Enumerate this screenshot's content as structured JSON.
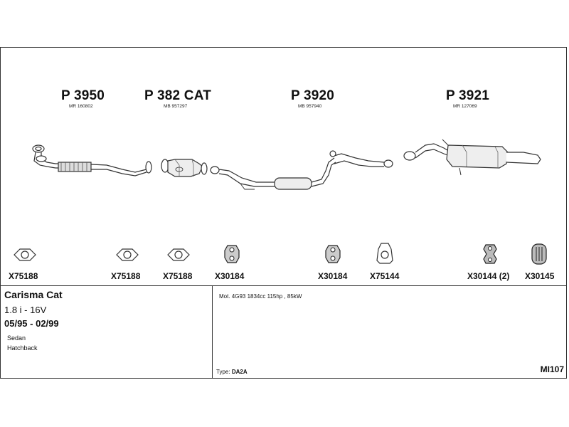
{
  "parts": [
    {
      "code": "P 3950",
      "oem": "MR 160802"
    },
    {
      "code": "P 382 CAT",
      "oem": "MB 957297"
    },
    {
      "code": "P 3920",
      "oem": "MB 957940"
    },
    {
      "code": "P 3921",
      "oem": "MR 127069"
    }
  ],
  "hardware": [
    {
      "code": "X75188",
      "icon": "gasket-icon"
    },
    {
      "code": "X75188",
      "icon": "gasket-icon"
    },
    {
      "code": "X75188",
      "icon": "gasket-icon"
    },
    {
      "code": "X30184",
      "icon": "rubber-hanger-icon"
    },
    {
      "code": "X30184",
      "icon": "rubber-hanger-icon"
    },
    {
      "code": "X75144",
      "icon": "flange-gasket-icon"
    },
    {
      "code": "X30144 (2)",
      "icon": "rubber-strap-icon"
    },
    {
      "code": "X30145",
      "icon": "rubber-mount-icon"
    }
  ],
  "vehicle": {
    "model": "Carisma Cat",
    "engine": "1.8 i - 16V",
    "dates": "05/95 - 02/99",
    "body_types": [
      "Sedan",
      "Hatchback"
    ]
  },
  "motor": "Mot. 4G93 1834cc 115hp , 85kW",
  "type_label": "Type:",
  "type_value": "DA2A",
  "diagram_code": "MI107"
}
